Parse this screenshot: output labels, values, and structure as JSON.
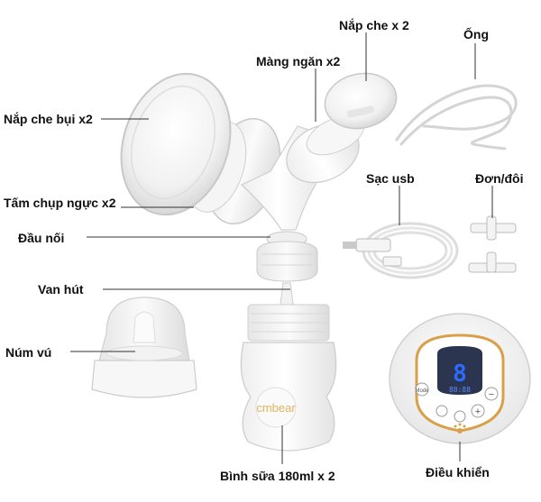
{
  "labels": {
    "nap_che_x2": "Nắp che x 2",
    "ong": "Ống",
    "mang_ngan_x2": "Màng ngăn x2",
    "nap_che_bui_x2": "Nắp che bụi x2",
    "sac_usb": "Sạc usb",
    "don_doi": "Đơn/đôi",
    "tam_chup_nguc_x2": "Tấm chụp ngực x2",
    "dau_noi": "Đầu nối",
    "van_hut": "Van hút",
    "num_vu": "Núm vú",
    "binh_sua": "Bình sữa 180ml x 2",
    "dieu_khien": "Điều khiển"
  },
  "bottle_brand": "cmbear",
  "controller": {
    "display_digit": "8",
    "display_small": "88:88",
    "mode_label": "Mode",
    "minus_symbol": "−",
    "plus_symbol": "+"
  },
  "colors": {
    "accent_gold": "#d9a04a",
    "display_blue": "#2d6bff",
    "screen_dark": "#2b3550"
  }
}
